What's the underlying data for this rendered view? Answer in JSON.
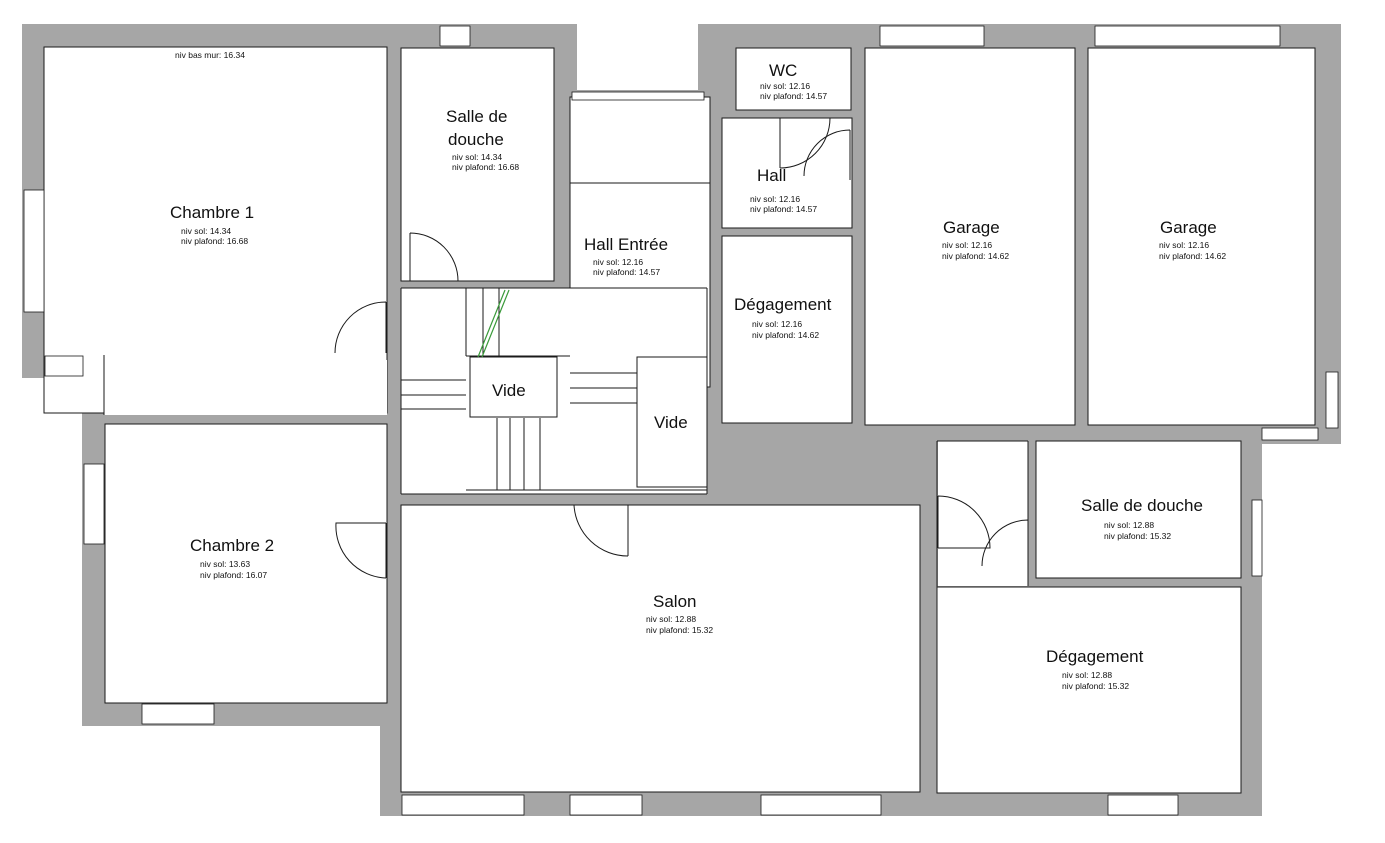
{
  "plan": {
    "note_top": "niv bas mur: 16.34",
    "rooms": [
      {
        "id": "chambre-1",
        "name": "Chambre 1",
        "sol": "niv sol: 14.34",
        "plafond": "niv plafond: 16.68"
      },
      {
        "id": "salle-de-douche-1",
        "name": "Salle de",
        "name2": "douche",
        "sol": "niv sol: 14.34",
        "plafond": "niv plafond: 16.68"
      },
      {
        "id": "hall-entree",
        "name": "Hall Entrée",
        "sol": "niv sol: 12.16",
        "plafond": "niv plafond: 14.57"
      },
      {
        "id": "wc",
        "name": "WC",
        "sol": "niv sol: 12.16",
        "plafond": "niv plafond: 14.57"
      },
      {
        "id": "hall",
        "name": "Hall",
        "sol": "niv sol: 12.16",
        "plafond": "niv plafond: 14.57"
      },
      {
        "id": "degagement-1",
        "name": "Dégagement",
        "sol": "niv sol: 12.16",
        "plafond": "niv plafond: 14.62"
      },
      {
        "id": "garage-1",
        "name": "Garage",
        "sol": "niv sol: 12.16",
        "plafond": "niv plafond: 14.62"
      },
      {
        "id": "garage-2",
        "name": "Garage",
        "sol": "niv sol: 12.16",
        "plafond": "niv plafond: 14.62"
      },
      {
        "id": "vide-1",
        "name": "Vide"
      },
      {
        "id": "vide-2",
        "name": "Vide"
      },
      {
        "id": "chambre-2",
        "name": "Chambre 2",
        "sol": "niv sol: 13.63",
        "plafond": "niv plafond: 16.07"
      },
      {
        "id": "salon",
        "name": "Salon",
        "sol": "niv sol: 12.88",
        "plafond": "niv plafond: 15.32"
      },
      {
        "id": "salle-de-douche-2",
        "name": "Salle de douche",
        "sol": "niv sol: 12.88",
        "plafond": "niv plafond: 15.32"
      },
      {
        "id": "degagement-2",
        "name": "Dégagement",
        "sol": "niv sol: 12.88",
        "plafond": "niv plafond: 15.32"
      }
    ]
  },
  "colors": {
    "wall": "#a6a6a6",
    "line": "#1a1a1a",
    "stair_line": "#3a9a3a",
    "background": "#ffffff"
  }
}
